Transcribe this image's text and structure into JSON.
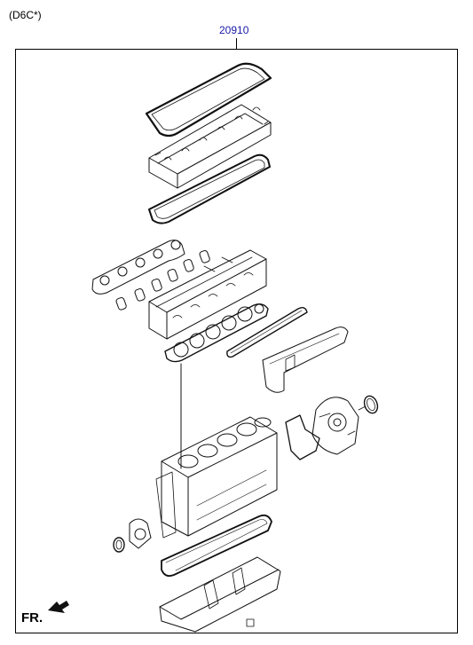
{
  "header": {
    "variant_label": "(D6C*)"
  },
  "callout": {
    "part_number": "20910",
    "color": "#1a1aa8"
  },
  "orientation": {
    "label": "FR."
  },
  "icons": {
    "direction_arrow": "arrow-front-icon"
  }
}
